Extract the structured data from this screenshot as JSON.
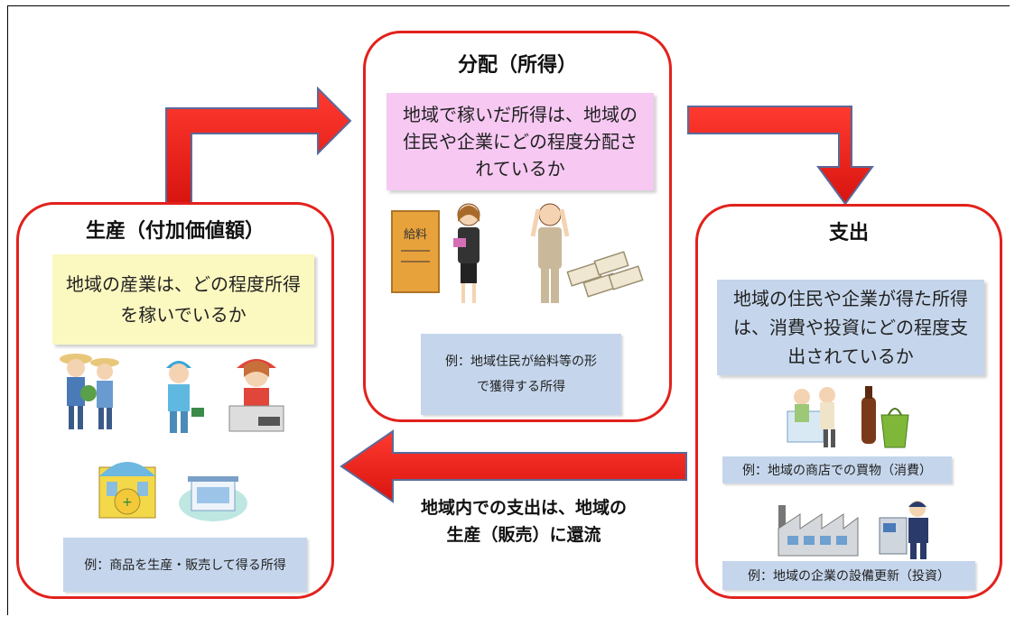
{
  "distribution": {
    "title": "分配（所得）",
    "question": "地域で稼いだ所得は、地域の住民や企業にどの程度分配されているか",
    "example": "例：地域住民が給料等の形で獲得する所得",
    "envelope_text": "給料"
  },
  "production": {
    "title": "生産（付加価値額）",
    "question": "地域の産業は、どの程度所得を稼いでいるか",
    "example": "例：商品を生産・販売して得る所得"
  },
  "expenditure": {
    "title": "支出",
    "question": "地域の住民や企業が得た所得は、消費や投資にどの程度支出されているか",
    "example_consumption": "例：地域の商店での買物（消費）",
    "example_investment": "例：地域の企業の設備更新（投資）"
  },
  "flow_caption": {
    "line1": "地域内での支出は、地域の",
    "line2": "生産（販売）に還流"
  },
  "colors": {
    "panel_border": "#e2211c",
    "arrow": "#e8201b",
    "pink_box": "#f6c8f2",
    "yellow_box": "#fbf8c0",
    "blue_box": "#c5d6ec"
  }
}
